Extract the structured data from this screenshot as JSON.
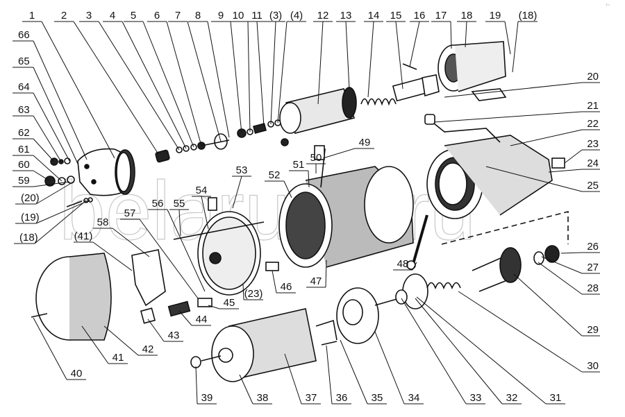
{
  "diagram": {
    "type": "exploded-parts-view",
    "subject": "starter motor",
    "watermark": "belarus1.ru",
    "corner_mark": "r~",
    "parts": [
      {
        "label": "1"
      },
      {
        "label": "2"
      },
      {
        "label": "3"
      },
      {
        "label": "4"
      },
      {
        "label": "5"
      },
      {
        "label": "6"
      },
      {
        "label": "7"
      },
      {
        "label": "8"
      },
      {
        "label": "9"
      },
      {
        "label": "10"
      },
      {
        "label": "11"
      },
      {
        "label": "(3)"
      },
      {
        "label": "(4)"
      },
      {
        "label": "12"
      },
      {
        "label": "13"
      },
      {
        "label": "14"
      },
      {
        "label": "15"
      },
      {
        "label": "16"
      },
      {
        "label": "17"
      },
      {
        "label": "18"
      },
      {
        "label": "19"
      },
      {
        "label": "(18)"
      },
      {
        "label": "20"
      },
      {
        "label": "21"
      },
      {
        "label": "22"
      },
      {
        "label": "23"
      },
      {
        "label": "24"
      },
      {
        "label": "25"
      },
      {
        "label": "26"
      },
      {
        "label": "27"
      },
      {
        "label": "28"
      },
      {
        "label": "29"
      },
      {
        "label": "30"
      },
      {
        "label": "31"
      },
      {
        "label": "32"
      },
      {
        "label": "33"
      },
      {
        "label": "34"
      },
      {
        "label": "35"
      },
      {
        "label": "36"
      },
      {
        "label": "37"
      },
      {
        "label": "38"
      },
      {
        "label": "39"
      },
      {
        "label": "40"
      },
      {
        "label": "41"
      },
      {
        "label": "42"
      },
      {
        "label": "43"
      },
      {
        "label": "44"
      },
      {
        "label": "45"
      },
      {
        "label": "(23)"
      },
      {
        "label": "46"
      },
      {
        "label": "47"
      },
      {
        "label": "48"
      },
      {
        "label": "49"
      },
      {
        "label": "50"
      },
      {
        "label": "51"
      },
      {
        "label": "52"
      },
      {
        "label": "53"
      },
      {
        "label": "54"
      },
      {
        "label": "55"
      },
      {
        "label": "56"
      },
      {
        "label": "57"
      },
      {
        "label": "58"
      },
      {
        "label": "(41)"
      },
      {
        "label": "(18)"
      },
      {
        "label": "(19)"
      },
      {
        "label": "(20)"
      },
      {
        "label": "59"
      },
      {
        "label": "60"
      },
      {
        "label": "61"
      },
      {
        "label": "62"
      },
      {
        "label": "63"
      },
      {
        "label": "64"
      },
      {
        "label": "65"
      },
      {
        "label": "66"
      }
    ]
  }
}
